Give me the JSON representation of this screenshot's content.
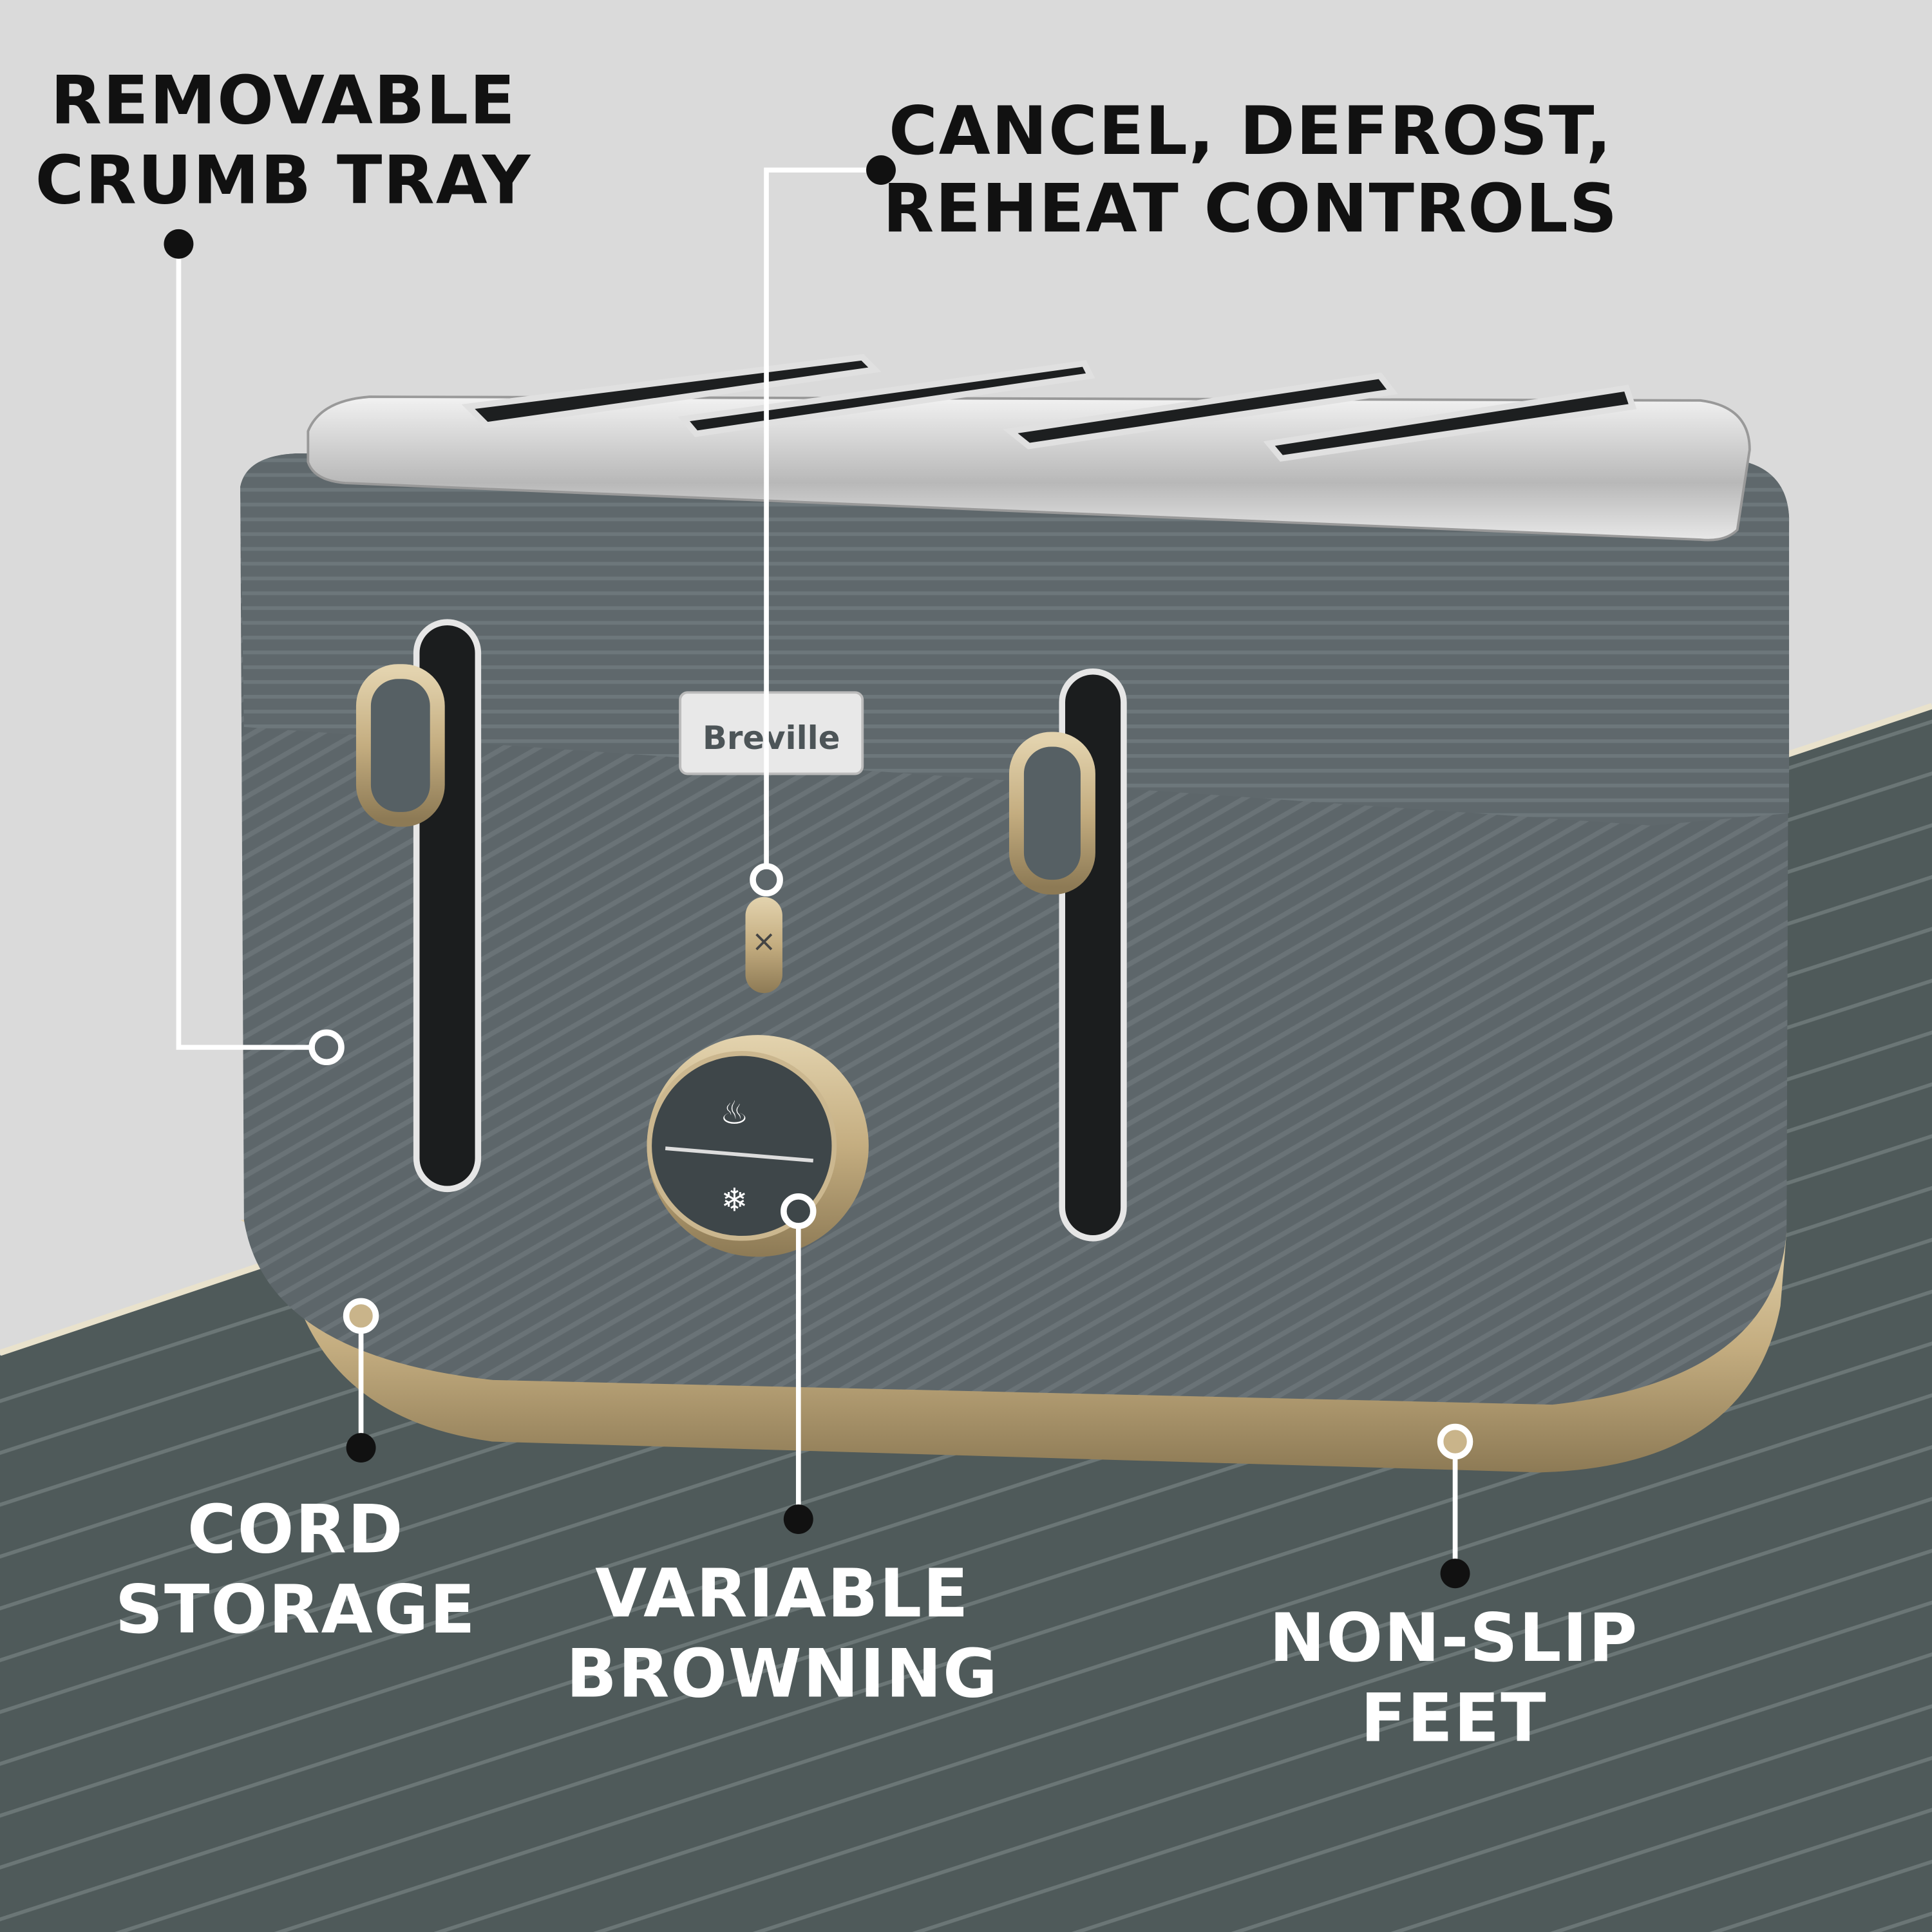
{
  "brand": "Breville",
  "colors": {
    "background": "#dadada",
    "floor": "#4f5a5a",
    "body": "#5d666a",
    "gold": "#c9b48a",
    "callout_dark": "#111111",
    "callout_light": "#ffffff"
  },
  "callouts": [
    {
      "id": "crumb-tray",
      "lines": [
        "REMOVABLE",
        "CRUMB TRAY"
      ]
    },
    {
      "id": "controls",
      "lines": [
        "CANCEL, DEFROST,",
        "REHEAT CONTROLS"
      ]
    },
    {
      "id": "cord-storage",
      "lines": [
        "CORD",
        "STORAGE"
      ]
    },
    {
      "id": "browning",
      "lines": [
        "VARIABLE",
        "BROWNING"
      ]
    },
    {
      "id": "feet",
      "lines": [
        "NON-SLIP",
        "FEET"
      ]
    }
  ],
  "icons": {
    "reheat": "steam-icon",
    "defrost": "snowflake-icon",
    "cancel": "x-icon"
  }
}
